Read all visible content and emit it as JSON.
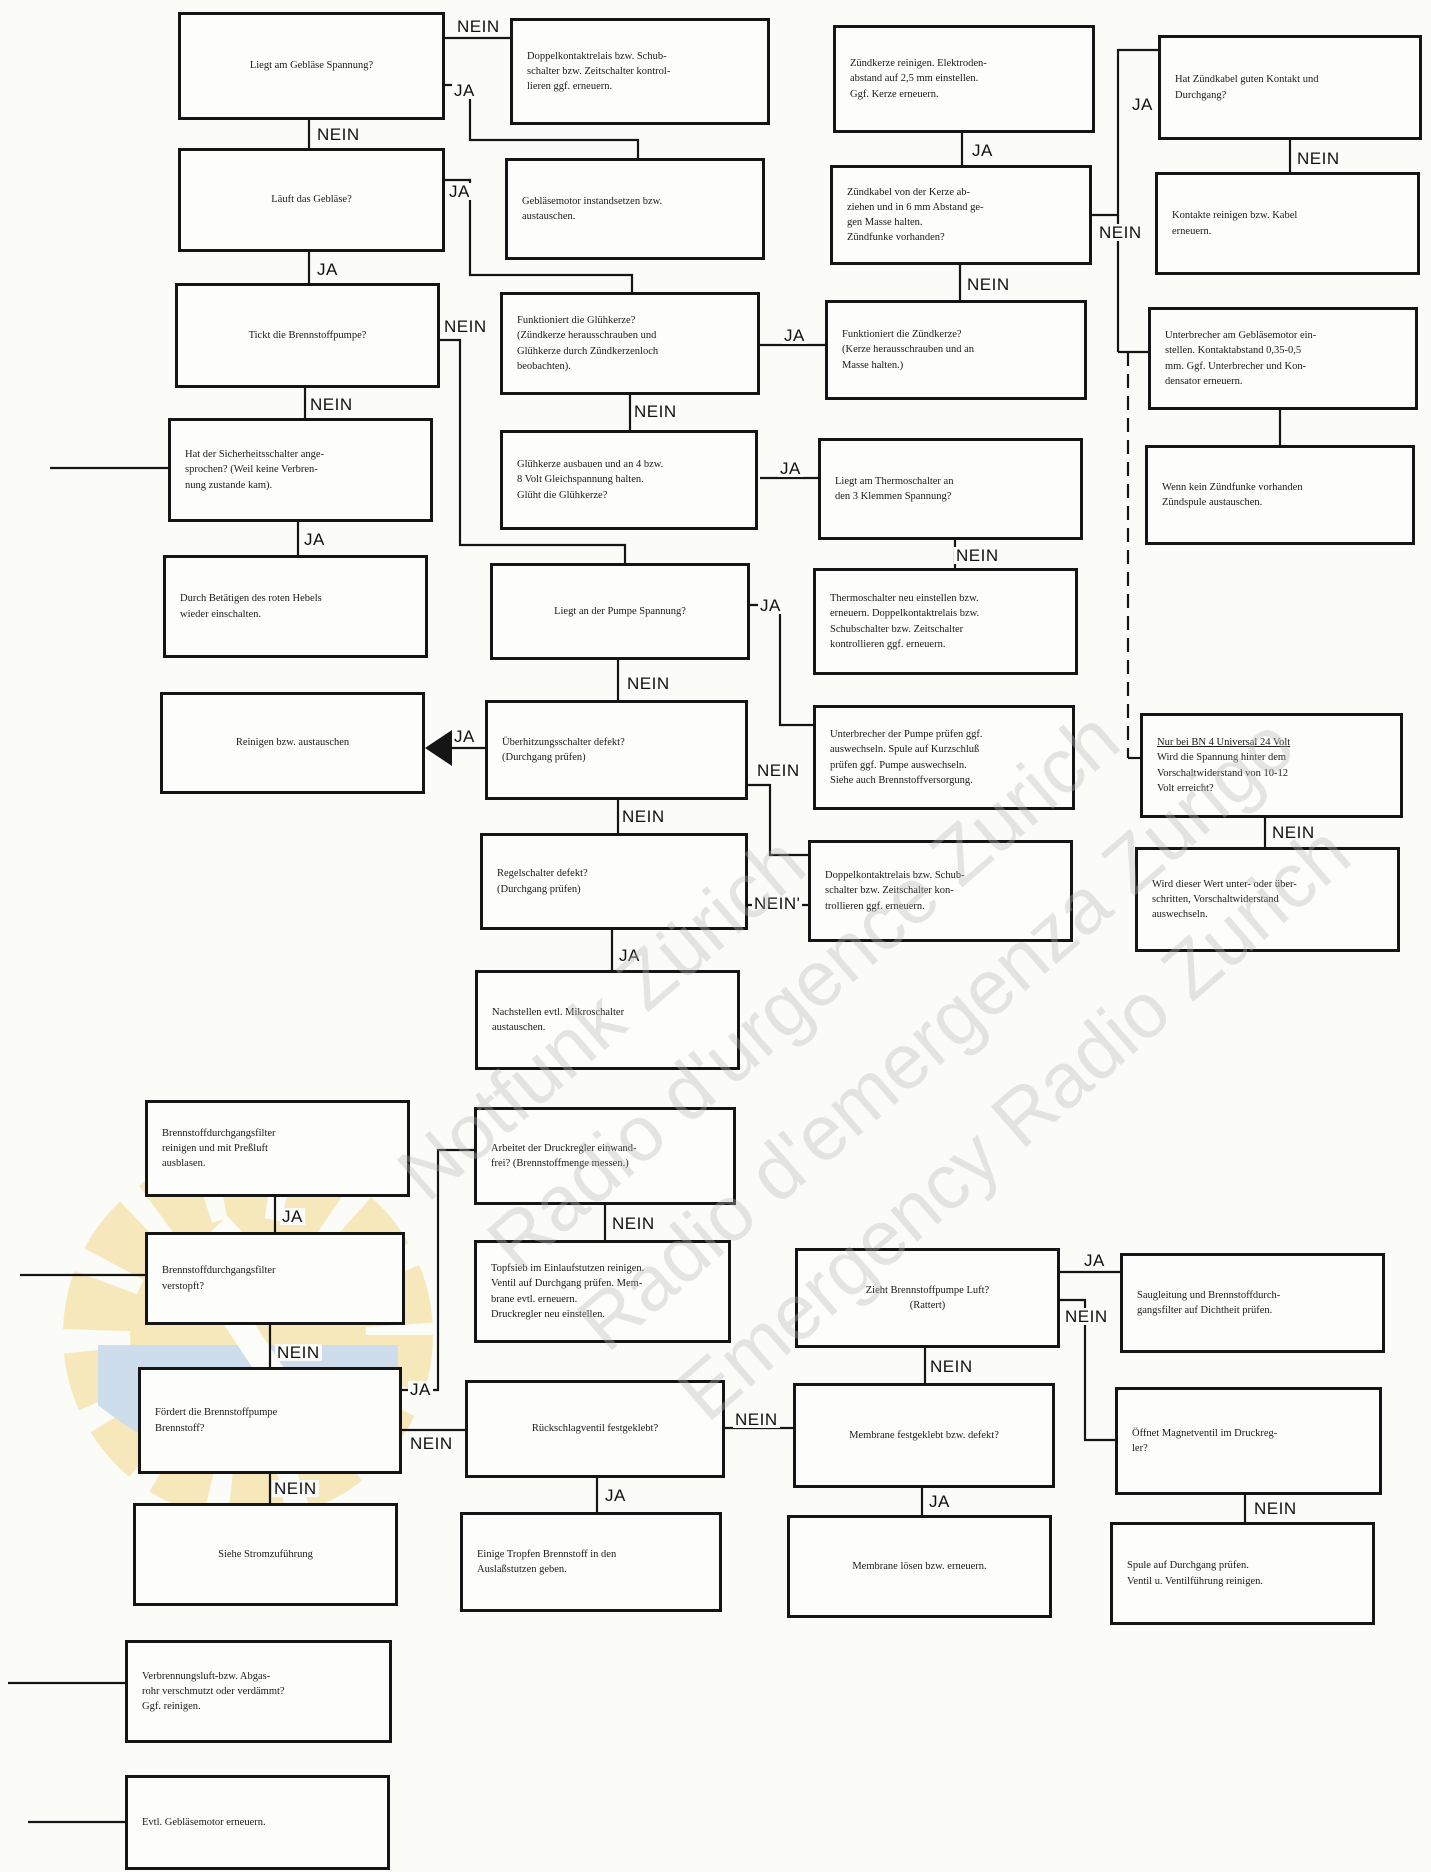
{
  "boxes": {
    "b1": "Liegt am Gebläse Spannung?",
    "b2": "Doppelkontaktrelais bzw. Schub-\nschalter bzw. Zeitschalter kontrol-\nlieren ggf. erneuern.",
    "b3": "Läuft das Gebläse?",
    "b4": "Gebläsemotor instandsetzen bzw.\naustauschen.",
    "b5": "Tickt die Brennstoffpumpe?",
    "b6": "Funktioniert die Glühkerze?\n(Zündkerze herausschrauben und\nGlühkerze durch Zündkerzenloch\nbeobachten).",
    "b7": "Hat der Sicherheitsschalter ange-\nsprochen? (Weil keine Verbren-\nnung zustande kam).",
    "b8": "Glühkerze ausbauen und an 4 bzw.\n8 Volt Gleichspannung halten.\nGlüht die Glühkerze?",
    "b9": "Durch Betätigen des roten Hebels\nwieder einschalten.",
    "b10": "Liegt an der Pumpe Spannung?",
    "b11": "Reinigen bzw. austauschen",
    "b12": "Überhitzungsschalter defekt?\n(Durchgang prüfen)",
    "b13": "Regelschalter defekt?\n(Durchgang prüfen)",
    "b14": "Nachstellen evtl. Mikroschalter\naustauschen.",
    "b15": "Zündkerze reinigen. Elektroden-\nabstand auf 2,5 mm einstellen.\nGgf. Kerze erneuern.",
    "b16": "Zündkabel von der Kerze ab-\nziehen und in 6 mm Abstand ge-\ngen Masse halten.\nZündfunke vorhanden?",
    "b17": "Funktioniert die Zündkerze?\n(Kerze herausschrauben und an\nMasse halten.)",
    "b18": "Liegt am Thermoschalter an\nden 3 Klemmen Spannung?",
    "b19": "Thermoschalter neu einstellen bzw.\nerneuern. Doppelkontaktrelais bzw.\nSchubschalter bzw. Zeitschalter\nkontrollieren ggf. erneuern.",
    "b20": "Unterbrecher der Pumpe prüfen ggf.\nauswechseln. Spule auf Kurzschluß\nprüfen ggf. Pumpe auswechseln.\nSiehe auch Brennstoffversorgung.",
    "b21": "Doppelkontaktrelais bzw. Schub-\nschalter bzw. Zeitschalter kon-\ntrollieren ggf. erneuern.",
    "b22": "Hat Zündkabel guten Kontakt und\nDurchgang?",
    "b23": "Kontakte reinigen bzw. Kabel\nerneuern.",
    "b24": "Unterbrecher am Gebläsemotor ein-\nstellen. Kontaktabstand 0,35-0,5\nmm. Ggf. Unterbrecher und Kon-\ndensator erneuern.",
    "b25": "Wenn kein Zündfunke vorhanden\nZündspule austauschen.",
    "b26_underline": "Nur bei BN 4 Universal 24 Volt",
    "b26": "Wird die Spannung hinter dem\nVorschaltwiderstand von 10-12\nVolt erreicht?",
    "b27": "Wird dieser Wert unter- oder über-\nschritten, Vorschaltwiderstand\nauswechseln.",
    "c1": "Brennstoffdurchgangsfilter\nreinigen und mit Preßluft\nausblasen.",
    "c2": "Brennstoffdurchgangsfilter\nverstopft?",
    "c3": "Fördert die Brennstoffpumpe\nBrennstoff?",
    "c4": "Siehe Stromzuführung",
    "c5": "Arbeitet der Druckregler einwand-\nfrei? (Brennstoffmenge messen.)",
    "c6": "Topfsieb im Einlaufstutzen reinigen.\nVentil auf Durchgang prüfen. Mem-\nbrane evtl. erneuern.\nDruckregler neu einstellen.",
    "c7": "Rückschlagventil festgeklebt?",
    "c8": "Einige Tropfen Brennstoff in den\nAuslaßstutzen geben.",
    "c9": "Zieht Brennstoffpumpe Luft?\n(Rattert)",
    "c10": "Membrane festgeklebt bzw. defekt?",
    "c11": "Membrane lösen bzw. erneuern.",
    "c12": "Saugleitung und Brennstoffdurch-\ngangsfilter auf Dichtheit prüfen.",
    "c13": "Öffnet Magnetventil im Druckreg-\nler?",
    "c14": "Spule auf Durchgang prüfen.\nVentil u. Ventilführung reinigen.",
    "c15": "Verbrennungsluft-bzw. Abgas-\nrohr verschmutzt oder verdämmt?\nGgf. reinigen.",
    "c16": "Evtl. Gebläsemotor erneuern."
  },
  "labels": {
    "ja": "JA",
    "nein": "NEIN",
    "nein_tick": "NEIN'"
  },
  "watermark": {
    "line1": "Notfunk Zürich",
    "line2": "Radio d'urgence Zurich",
    "line3": "Radio d'emergenza Zurigo",
    "line4": "Emergency Radio Zurich"
  },
  "colors": {
    "line": "#151515",
    "logo_yellow": "#f3d98a",
    "logo_blue": "#a8c6e2"
  }
}
